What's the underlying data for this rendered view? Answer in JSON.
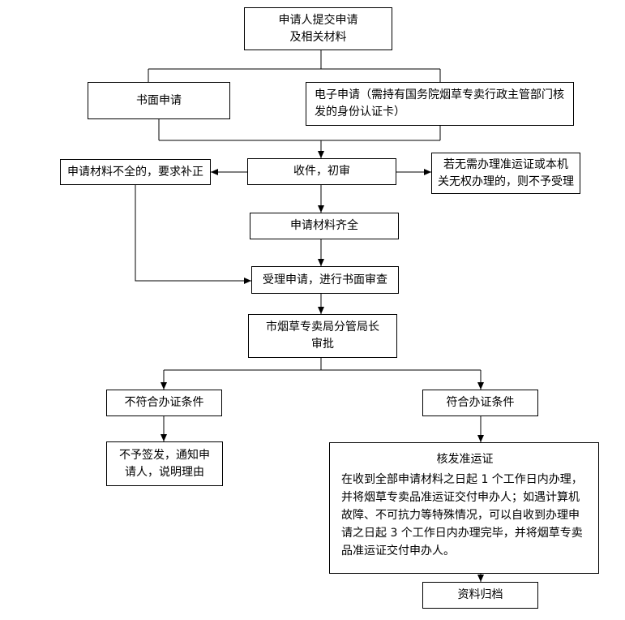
{
  "nodes": {
    "submit": {
      "lines": [
        "申请人提交申请",
        "及相关材料"
      ]
    },
    "paper": {
      "lines": [
        "书面申请"
      ]
    },
    "electronic": {
      "lines": [
        "电子申请（需持有国务院烟草专卖行政主管部门核",
        "发的身份认证卡）"
      ]
    },
    "incomplete": {
      "lines": [
        "申请材料不全的，要求补正"
      ]
    },
    "receive": {
      "lines": [
        "收件，初审"
      ]
    },
    "reject": {
      "lines": [
        "若无需办理准运证或本机",
        "关无权办理的，则不予受理"
      ]
    },
    "complete": {
      "lines": [
        "申请材料齐全"
      ]
    },
    "accept": {
      "lines": [
        "受理申请，进行书面审查"
      ]
    },
    "approve": {
      "lines": [
        "市烟草专卖局分管局长",
        "审批"
      ]
    },
    "not_qualified": {
      "lines": [
        "不符合办证条件"
      ]
    },
    "qualified": {
      "lines": [
        "符合办证条件"
      ]
    },
    "refuse": {
      "lines": [
        "不予签发，通知申",
        "请人，说明理由"
      ]
    },
    "issue": {
      "title": "核发准运证",
      "text": "在收到全部申请材料之日起 1 个工作日内办理，并将烟草专卖品准运证交付申办人；如遇计算机故障、不可抗力等特殊情况，可以自收到办理申请之日起 3 个工作日内办理完毕，并将烟草专卖品准运证交付申办人。"
    },
    "archive": {
      "lines": [
        "资料归档"
      ]
    }
  },
  "style": {
    "line_color": "#000000",
    "box_border": "#000000",
    "text_color": "#000000"
  }
}
